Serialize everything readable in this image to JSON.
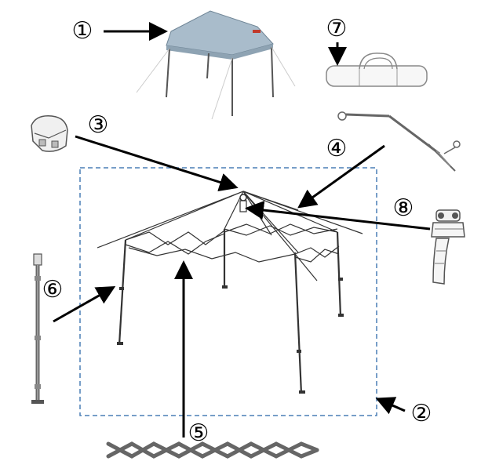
{
  "callouts": {
    "c1": "①",
    "c2": "②",
    "c3": "③",
    "c4": "④",
    "c5": "⑤",
    "c6": "⑥",
    "c7": "⑦",
    "c8": "⑧"
  },
  "parts": [
    {
      "id": "1",
      "icon": "assembled-canopy-icon"
    },
    {
      "id": "2",
      "icon": "frame-outline-box"
    },
    {
      "id": "3",
      "icon": "top-hub-icon"
    },
    {
      "id": "4",
      "icon": "truss-pole-icon"
    },
    {
      "id": "5",
      "icon": "scissor-truss-icon"
    },
    {
      "id": "6",
      "icon": "leg-pole-icon"
    },
    {
      "id": "7",
      "icon": "carry-bag-icon"
    },
    {
      "id": "8",
      "icon": "hub-cap-icon"
    }
  ],
  "colors": {
    "canopy_fabric": "#9fb4c4",
    "frame_outline": "#4a7fb5",
    "arrow": "#000000",
    "metal": "#666666"
  }
}
